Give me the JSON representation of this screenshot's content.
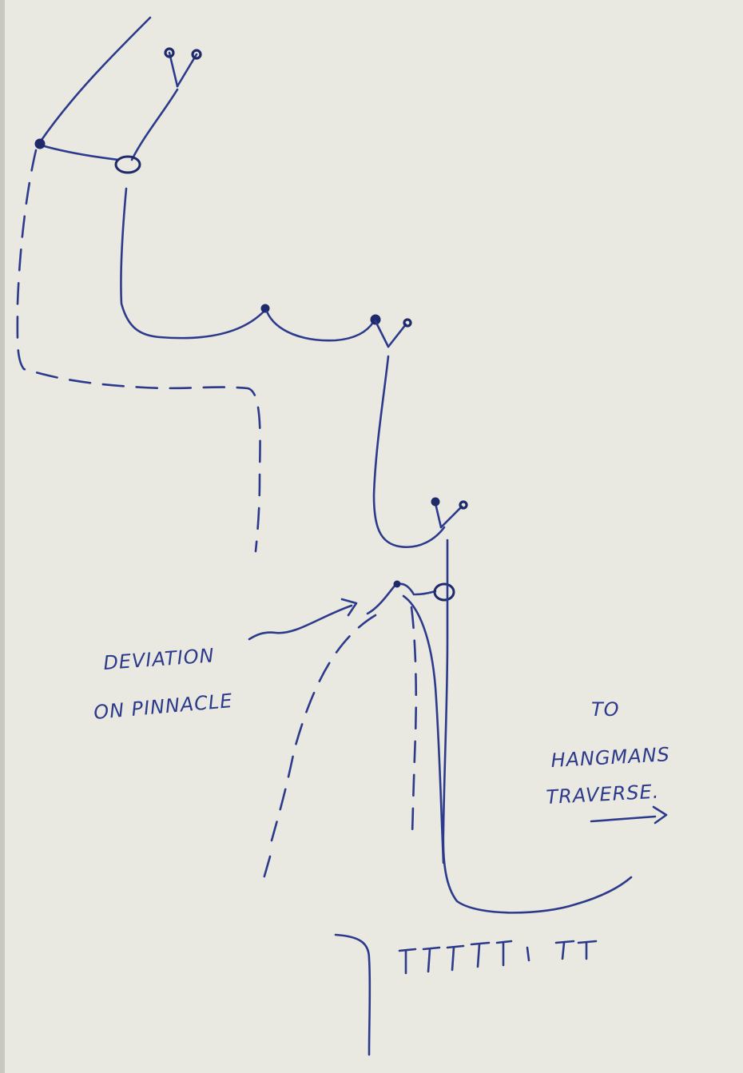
{
  "annotations": {
    "deviation_line1": "DEVIATION",
    "deviation_line2": "ON PINNACLE",
    "to_line1": "TO",
    "to_line2": "HANGMANS",
    "to_line3": "TRAVERSE."
  },
  "colors": {
    "paper": "#e9e8e1",
    "ink": "#2c3a8c"
  }
}
